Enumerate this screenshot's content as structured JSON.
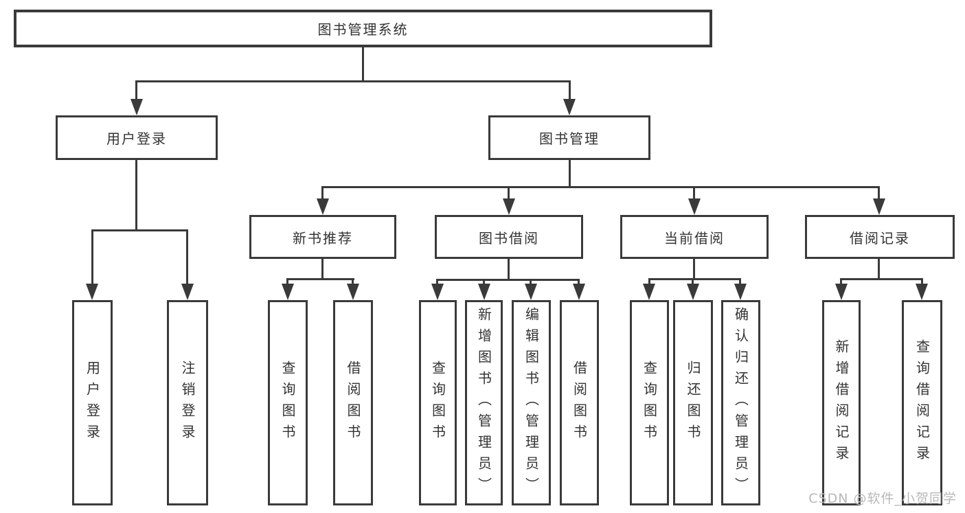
{
  "diagram": {
    "title": "图书管理系统",
    "level2": [
      {
        "label": "用户登录"
      },
      {
        "label": "图书管理"
      }
    ],
    "groups": [
      {
        "parent": "用户登录",
        "children": [
          "用户登录",
          "注销登录"
        ]
      },
      {
        "parent": "新书推荐",
        "children": [
          "查询图书",
          "借阅图书"
        ]
      },
      {
        "parent": "图书借阅",
        "children": [
          "查询图书",
          "新增图书（管理员）",
          "编辑图书（管理员）",
          "借阅图书"
        ]
      },
      {
        "parent": "当前借阅",
        "children": [
          "查询图书",
          "归还图书",
          "确认归还（管理员）"
        ]
      },
      {
        "parent": "借阅记录",
        "children": [
          "新增借阅记录",
          "查询借阅记录"
        ]
      }
    ],
    "watermark": "CSDN @软件_小贺同学",
    "colors": {
      "line": "#3a3a3a",
      "text": "#333333",
      "watermark": "#b8b8b8",
      "background": "#ffffff"
    }
  }
}
